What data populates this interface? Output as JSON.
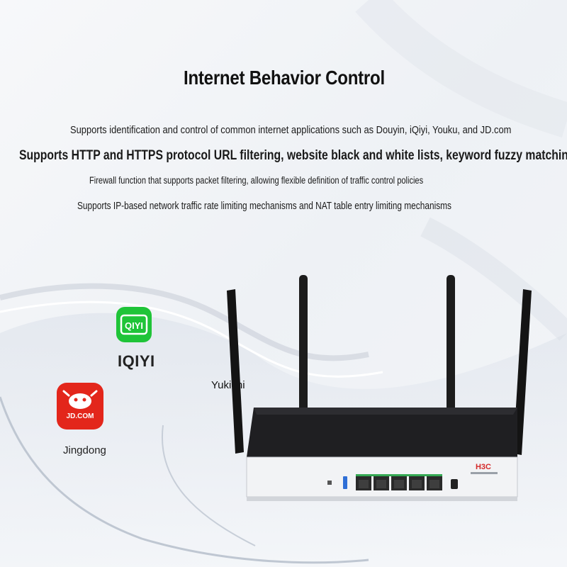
{
  "title": "Internet Behavior Control",
  "features": [
    "Supports identification and control of common internet applications such as Douyin, iQiyi, Youku, and JD.com",
    "Supports HTTP and HTTPS protocol URL filtering, website black and white lists, keyword fuzzy matching",
    "Firewall function that supports packet filtering, allowing flexible definition of traffic control policies",
    "Supports IP-based network traffic rate limiting mechanisms and NAT table entry limiting mechanisms"
  ],
  "apps": {
    "iqiyi": {
      "icon_text": "QIYI",
      "label": "IQIYI",
      "color": "#1fc438"
    },
    "youku": {
      "label": "Yukichi",
      "color": "#2b9af3"
    },
    "jd": {
      "icon_text": "JD.COM",
      "label": "Jingdong",
      "color": "#e3261b"
    }
  },
  "router": {
    "brand": "H3C"
  }
}
